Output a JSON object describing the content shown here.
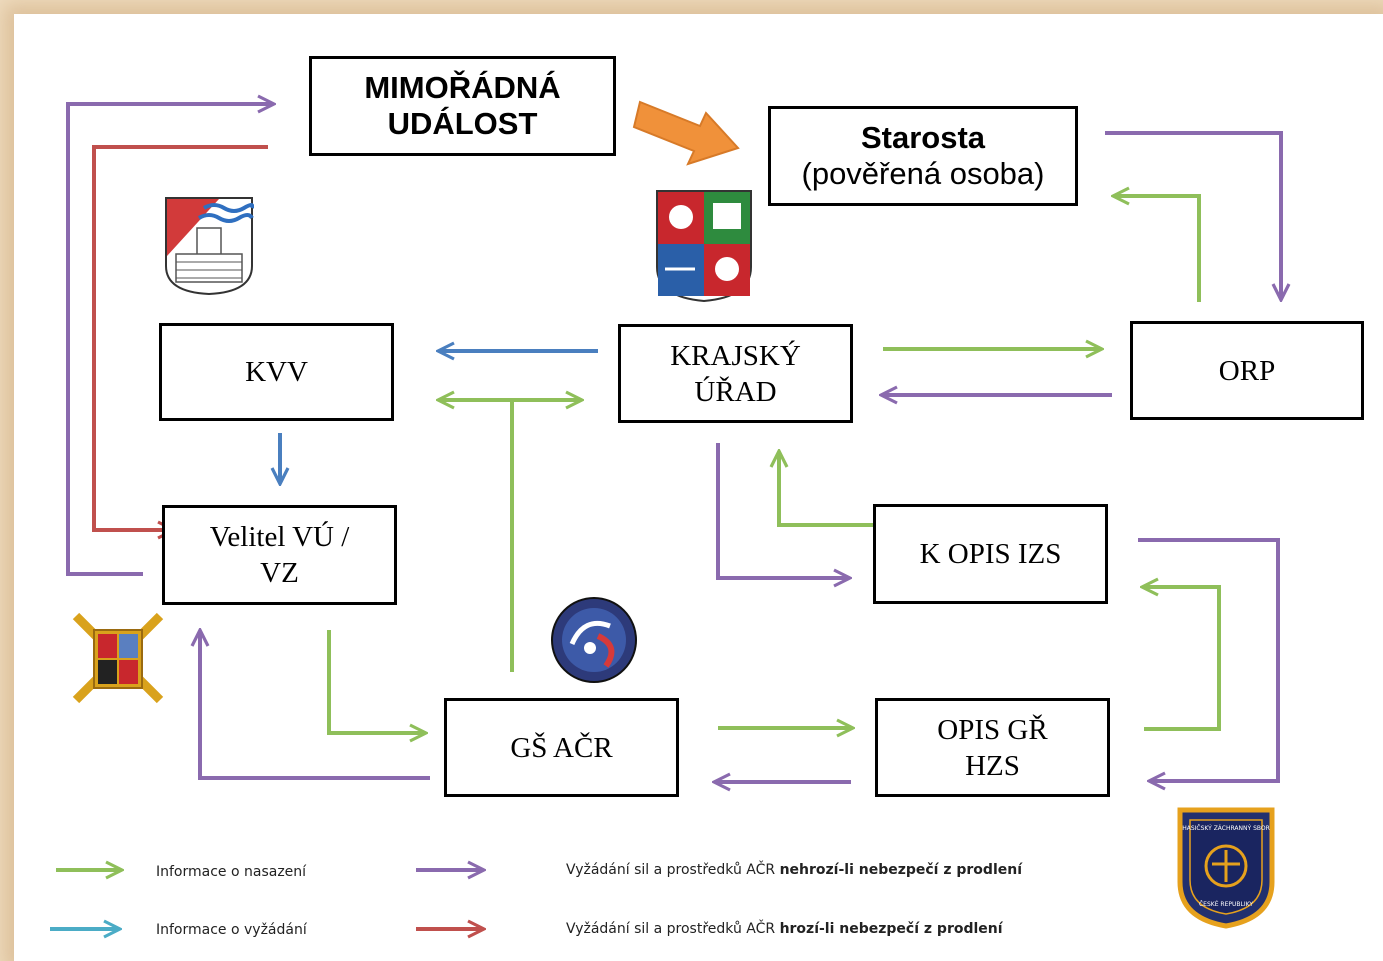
{
  "nodes": {
    "event": "MIMOŘÁDNÁ\nUDÁLOST",
    "mayor_line1": "Starosta",
    "mayor_line2": "(pověřená osoba)",
    "kvv": "KVV",
    "regional_office": "KRAJSKÝ\nÚŘAD",
    "orp": "ORP",
    "commander": "Velitel VÚ /\nVZ",
    "k_opis_izs": "K OPIS IZS",
    "gs_acr": "GŠ AČR",
    "opis_gr_hzs": "OPIS GŘ\nHZS"
  },
  "legend": {
    "info_deployment": "Informace o nasazení",
    "info_request": "Informace o vyžádání",
    "request_no_danger_prefix": "Vyžádání sil a prostředků AČR ",
    "request_no_danger_bold": "nehrozí-li nebezpečí z prodlení",
    "request_danger_prefix": "Vyžádání sil a prostředků AČR ",
    "request_danger_bold": "hrozí-li nebezpečí z prodlení"
  },
  "emblems": {
    "hzs_ring_text_top": "HASIČSKÝ ZÁCHRANNÝ SBOR",
    "hzs_ring_text_bottom": "ČESKÉ REPUBLIKY"
  },
  "colors": {
    "green": "#8fbf5a",
    "purple": "#8a6aae",
    "blue": "#4a7fbf",
    "red": "#c0504d",
    "teal": "#4bacc6",
    "orange": "#f0913a"
  }
}
